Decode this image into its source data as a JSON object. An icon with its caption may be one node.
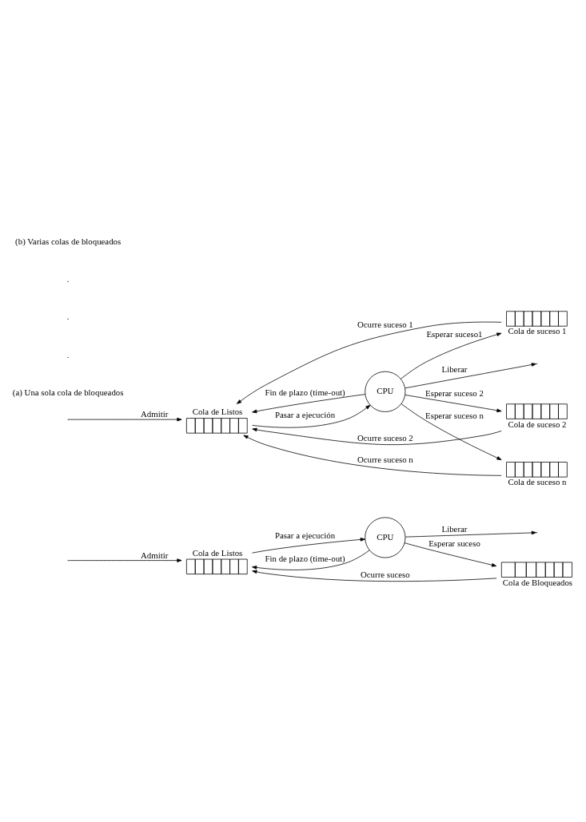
{
  "diagram": {
    "nodes": [
      {
        "text": [
          "Cola de Listos"
        ]
      },
      {
        "text": [
          "CPU"
        ]
      },
      {
        "text": [
          "Cola de Bloqueados"
        ]
      },
      {
        "text": [
          "Cola de Listos"
        ]
      },
      {
        "text": [
          "CPU"
        ]
      },
      {
        "text": [
          "Cola de suceso 1"
        ]
      },
      {
        "text": [
          "Cola de suceso 2"
        ]
      },
      {
        "text": [
          "Cola de suceso n"
        ]
      }
    ],
    "edges": [
      {
        "from": null,
        "to": 0,
        "arrow": "to",
        "label": "Admitir"
      },
      {
        "from": 0,
        "to": 1,
        "arrow": "to",
        "label": "Pasar a ejecución"
      },
      {
        "from": 1,
        "to": null,
        "arrow": "to",
        "label": "Liberar"
      },
      {
        "from": 1,
        "to": 0,
        "arrow": "to",
        "label": "Fin de plazo (time-out)"
      },
      {
        "from": 1,
        "to": 2,
        "arrow": "to",
        "label": "Esperar suceso"
      },
      {
        "from": 2,
        "to": 0,
        "arrow": "to",
        "label": "Ocurre suceso"
      },
      {
        "from": null,
        "to": 3,
        "arrow": "to",
        "label": "Admitir"
      },
      {
        "from": 3,
        "to": 4,
        "arrow": "to",
        "label": "Pasar a ejecución"
      },
      {
        "from": 4,
        "to": null,
        "arrow": "to",
        "label": "Liberar"
      },
      {
        "from": 4,
        "to": 3,
        "arrow": "to",
        "label": "Fin de plazo (time-out)"
      },
      {
        "from": 4,
        "to": 5,
        "arrow": "to",
        "label": "Esperar suceso1"
      },
      {
        "from": 5,
        "to": 3,
        "arrow": "to",
        "label": "Ocurre suceso 1"
      },
      {
        "from": 4,
        "to": 6,
        "arrow": "to",
        "label": "Esperar suceso 2"
      },
      {
        "from": 6,
        "to": 3,
        "arrow": "to",
        "label": "Ocurre suceso 2"
      },
      {
        "from": 4,
        "to": 7,
        "arrow": "to",
        "label": "Esperar suceso n"
      },
      {
        "from": 7,
        "to": 3,
        "arrow": "to",
        "label": "Ocurre suceso n"
      }
    ],
    "labels": [
      "(a) Una sola cola de bloqueados",
      ".",
      ".",
      ".",
      "(b) Varias colas de bloqueados"
    ]
  }
}
